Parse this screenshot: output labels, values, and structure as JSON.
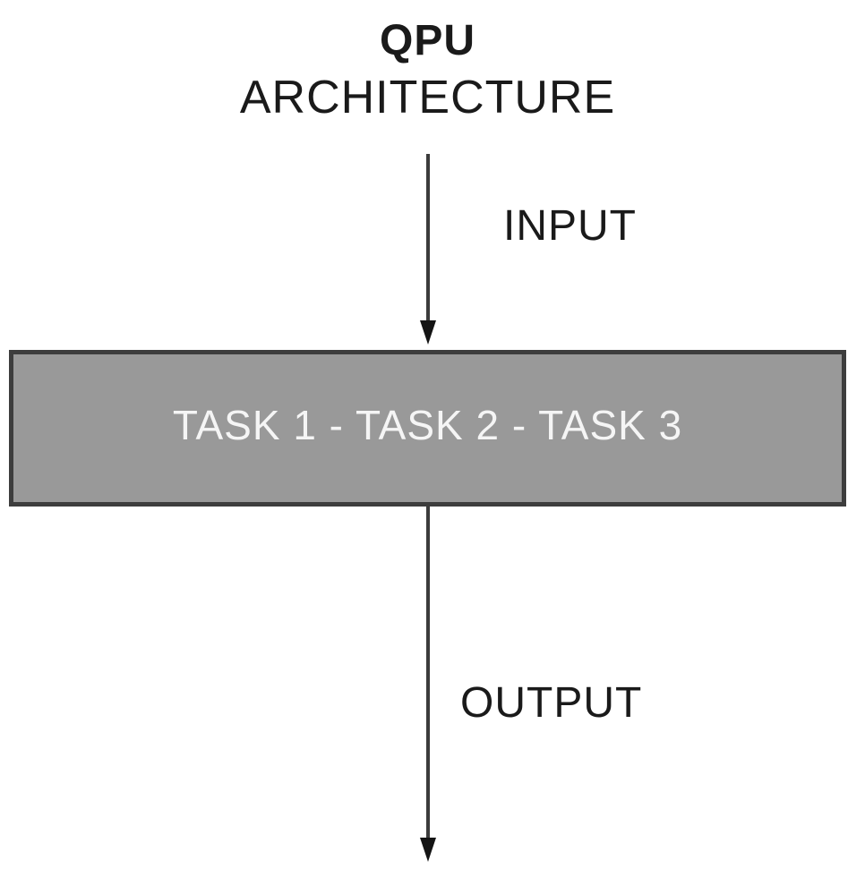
{
  "diagram": {
    "title_line1": "QPU",
    "title_line2": "ARCHITECTURE",
    "input_label": "INPUT",
    "task_box_label": "TASK 1 - TASK 2 - TASK 3",
    "output_label": "OUTPUT"
  },
  "colors": {
    "background": "#ffffff",
    "text": "#1a1a1a",
    "box_fill": "#999999",
    "box_border": "#3d3d3d",
    "box_text": "#f5f5f5",
    "arrow_line": "#3c3c3c",
    "arrow_head": "#141414"
  }
}
